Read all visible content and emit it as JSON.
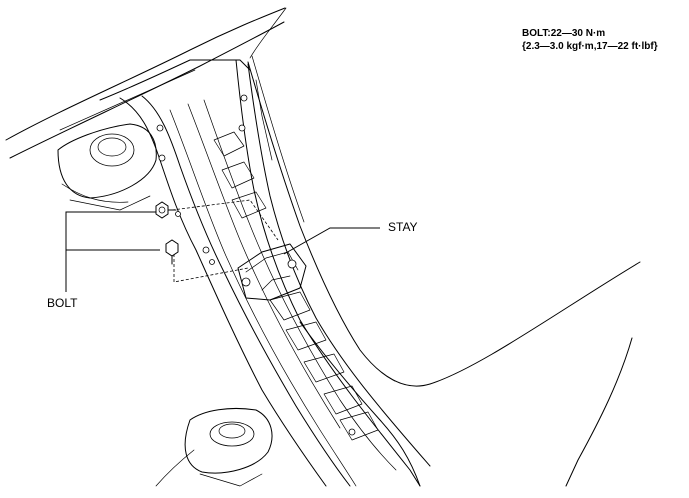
{
  "torque_spec": {
    "line1": "BOLT:22—30 N·m",
    "line2": "{2.3—3.0 kgf·m,17—22 ft·lbf}"
  },
  "callouts": {
    "stay": "STAY",
    "bolt": "BOLT"
  }
}
